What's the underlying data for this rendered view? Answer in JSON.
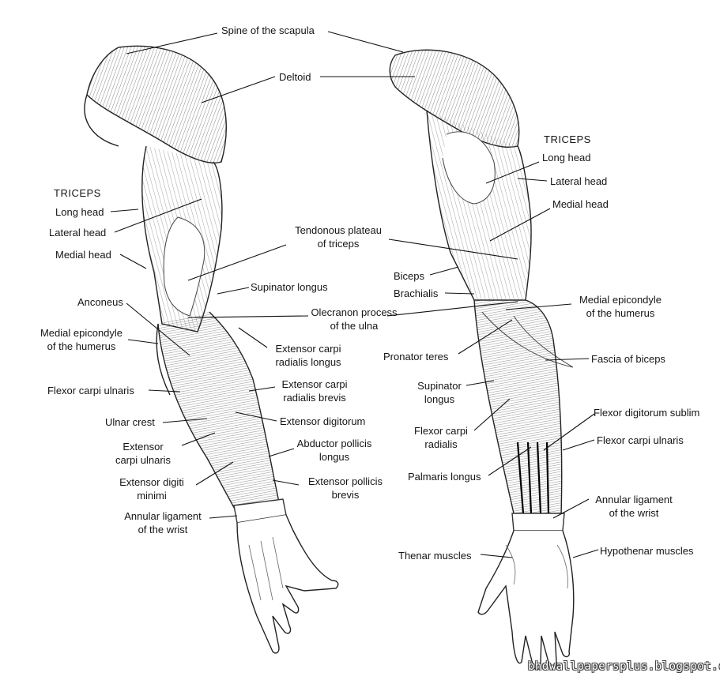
{
  "labels": {
    "spine_scapula": "Spine of the scapula",
    "deltoid": "Deltoid",
    "triceps_left": "TRICEPS",
    "long_head_left": "Long head",
    "lateral_head_left": "Lateral head",
    "medial_head_left": "Medial head",
    "tendonous_plateau": [
      "Tendonous plateau",
      "of triceps"
    ],
    "supinator_longus_left": "Supinator longus",
    "anconeus": "Anconeus",
    "olecranon": [
      "Olecranon process",
      "of the ulna"
    ],
    "medial_epicondyle_left": [
      "Medial epicondyle",
      "of the humerus"
    ],
    "ext_carpi_rad_longus": [
      "Extensor carpi",
      "radialis longus"
    ],
    "ext_carpi_rad_brevis": [
      "Extensor carpi",
      "radialis brevis"
    ],
    "flexor_carpi_ulnaris_left": "Flexor carpi ulnaris",
    "ulnar_crest": "Ulnar crest",
    "extensor_digitorum": "Extensor digitorum",
    "extensor_carpi_ulnaris": [
      "Extensor",
      "carpi ulnaris"
    ],
    "abductor_pollicis": [
      "Abductor pollicis",
      "longus"
    ],
    "extensor_digiti_minimi": [
      "Extensor digiti",
      "minimi"
    ],
    "extensor_pollicis_brevis": [
      "Extensor pollicis",
      "brevis"
    ],
    "annular_left": [
      "Annular ligament",
      "of the wrist"
    ],
    "triceps_right": "TRICEPS",
    "long_head_right": "Long head",
    "lateral_head_right": "Lateral head",
    "medial_head_right": "Medial head",
    "biceps": "Biceps",
    "brachialis": "Brachialis",
    "medial_epicondyle_right": [
      "Medial epicondyle",
      "of the humerus"
    ],
    "pronator_teres": "Pronator teres",
    "fascia_biceps": "Fascia of biceps",
    "supinator_longus_right": [
      "Supinator",
      "longus"
    ],
    "flexor_digitorum": "Flexor digitorum sublim",
    "flexor_carpi_radialis": [
      "Flexor carpi",
      "radialis"
    ],
    "flexor_carpi_ulnaris_right": "Flexor carpi ulnaris",
    "palmaris_longus": "Palmaris longus",
    "annular_right": [
      "Annular ligament",
      "of the wrist"
    ],
    "thenar": "Thenar muscles",
    "hypothenar": "Hypothenar muscles"
  },
  "watermark": "bhdwallpapersplus.blogspot.com"
}
